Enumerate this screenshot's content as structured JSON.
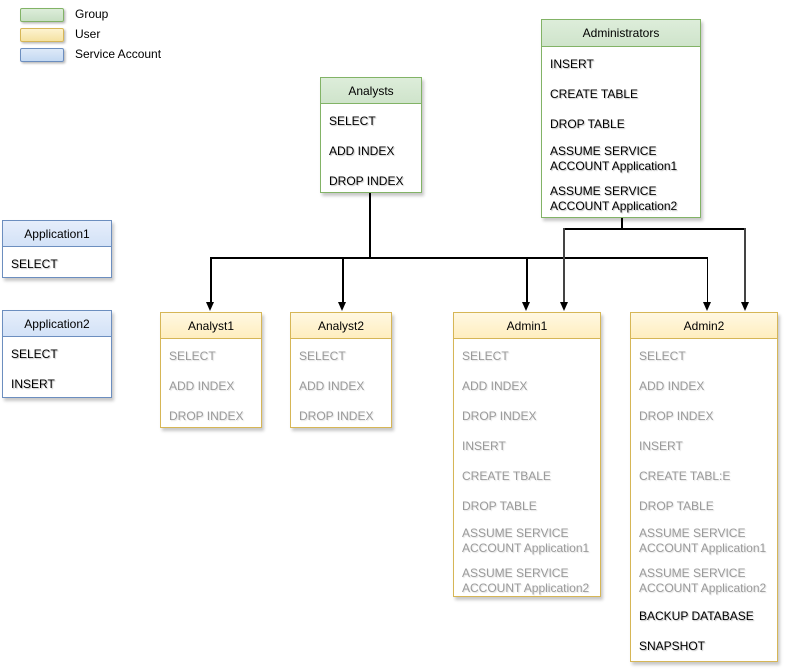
{
  "legend": {
    "items": [
      {
        "label": "Group",
        "fill": "#d5e8d4",
        "border": "#82b366"
      },
      {
        "label": "User",
        "fill": "#fff2cc",
        "border": "#d6b656"
      },
      {
        "label": "Service Account",
        "fill": "#dae8fc",
        "border": "#6c8ebf"
      }
    ]
  },
  "nodes": {
    "analysts": {
      "type": "group",
      "title": "Analysts",
      "items": [
        {
          "text": "SELECT",
          "inherited": false
        },
        {
          "text": "ADD INDEX",
          "inherited": false
        },
        {
          "text": "DROP INDEX",
          "inherited": false
        }
      ]
    },
    "administrators": {
      "type": "group",
      "title": "Administrators",
      "items": [
        {
          "text": "INSERT",
          "inherited": false
        },
        {
          "text": "CREATE TABLE",
          "inherited": false
        },
        {
          "text": "DROP TABLE",
          "inherited": false
        },
        {
          "text": "ASSUME SERVICE ACCOUNT Application1",
          "inherited": false
        },
        {
          "text": "ASSUME SERVICE ACCOUNT Application2",
          "inherited": false
        }
      ]
    },
    "application1": {
      "type": "service-account",
      "title": "Application1",
      "items": [
        {
          "text": "SELECT",
          "inherited": false
        }
      ]
    },
    "application2": {
      "type": "service-account",
      "title": "Application2",
      "items": [
        {
          "text": "SELECT",
          "inherited": false
        },
        {
          "text": "INSERT",
          "inherited": false
        }
      ]
    },
    "analyst1": {
      "type": "user",
      "title": "Analyst1",
      "items": [
        {
          "text": "SELECT",
          "inherited": true
        },
        {
          "text": "ADD INDEX",
          "inherited": true
        },
        {
          "text": "DROP INDEX",
          "inherited": true
        }
      ]
    },
    "analyst2": {
      "type": "user",
      "title": "Analyst2",
      "items": [
        {
          "text": "SELECT",
          "inherited": true
        },
        {
          "text": "ADD INDEX",
          "inherited": true
        },
        {
          "text": "DROP INDEX",
          "inherited": true
        }
      ]
    },
    "admin1": {
      "type": "user",
      "title": "Admin1",
      "items": [
        {
          "text": "SELECT",
          "inherited": true
        },
        {
          "text": "ADD INDEX",
          "inherited": true
        },
        {
          "text": "DROP INDEX",
          "inherited": true
        },
        {
          "text": "INSERT",
          "inherited": true
        },
        {
          "text": "CREATE TBALE",
          "inherited": true
        },
        {
          "text": "DROP TABLE",
          "inherited": true
        },
        {
          "text": "ASSUME SERVICE ACCOUNT Application1",
          "inherited": true
        },
        {
          "text": "ASSUME SERVICE ACCOUNT Application2",
          "inherited": true
        }
      ]
    },
    "admin2": {
      "type": "user",
      "title": "Admin2",
      "items": [
        {
          "text": "SELECT",
          "inherited": true
        },
        {
          "text": "ADD INDEX",
          "inherited": true
        },
        {
          "text": "DROP INDEX",
          "inherited": true
        },
        {
          "text": "INSERT",
          "inherited": true
        },
        {
          "text": "CREATE TABL:E",
          "inherited": true
        },
        {
          "text": "DROP TABLE",
          "inherited": true
        },
        {
          "text": "ASSUME SERVICE ACCOUNT Application1",
          "inherited": true
        },
        {
          "text": "ASSUME SERVICE ACCOUNT Application2",
          "inherited": true
        },
        {
          "text": "BACKUP DATABASE",
          "inherited": false
        },
        {
          "text": "SNAPSHOT",
          "inherited": false
        }
      ]
    }
  },
  "edges": [
    {
      "from": "Analysts",
      "to": "Analyst1"
    },
    {
      "from": "Analysts",
      "to": "Analyst2"
    },
    {
      "from": "Analysts",
      "to": "Admin1"
    },
    {
      "from": "Analysts",
      "to": "Admin2"
    },
    {
      "from": "Administrators",
      "to": "Admin1"
    },
    {
      "from": "Administrators",
      "to": "Admin2"
    }
  ],
  "colors": {
    "group_fill": "#d5e8d4",
    "group_border": "#82b366",
    "user_fill": "#fff2cc",
    "user_border": "#d6b656",
    "service_fill": "#dae8fc",
    "service_border": "#6c8ebf",
    "inherited_text": "#9a9a9a",
    "edge": "#000000"
  }
}
